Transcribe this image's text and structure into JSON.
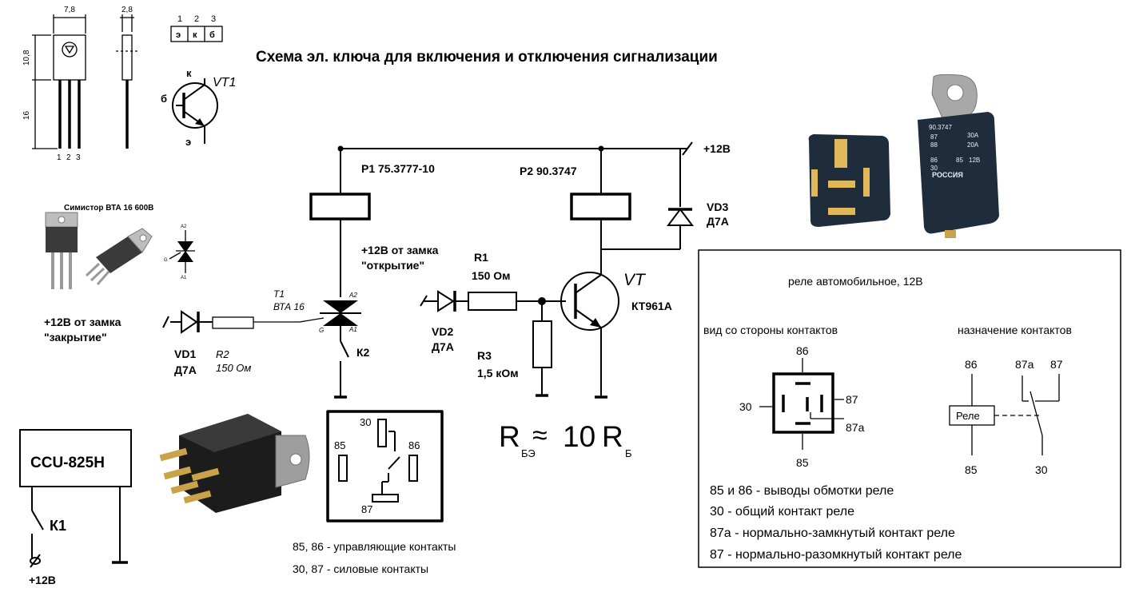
{
  "title": "Схема эл. ключа для включения и отключения сигнализации",
  "transistor_pkg": {
    "dim_w": "7,8",
    "dim_t": "2,8",
    "dim_h1": "10,8",
    "dim_h2": "16",
    "pins": [
      "1",
      "2",
      "3"
    ],
    "pin_map": [
      "1",
      "2",
      "3"
    ],
    "pin_names": [
      "э",
      "к",
      "б"
    ],
    "sym_k": "к",
    "sym_b": "б",
    "sym_e": "э",
    "sym_name": "VT1"
  },
  "triac_pkg": {
    "title": "Симистор ВТА 16 600В",
    "a2": "A2",
    "a1": "A1",
    "g": "G"
  },
  "supply": "+12В",
  "relay1": {
    "label": "Р1 75.3777-10"
  },
  "relay2": {
    "label": "Р2 90.3747"
  },
  "vd3": {
    "name": "VD3",
    "type": "Д7А"
  },
  "open_in": {
    "line1": "+12В от замка",
    "line2": "\"открытие\""
  },
  "close_in": {
    "line1": "+12В от замка",
    "line2": "\"закрытие\""
  },
  "r1": {
    "name": "R1",
    "value": "150 Ом"
  },
  "r3": {
    "name": "R3",
    "value": "1,5 кОм"
  },
  "r2": {
    "name": "R2",
    "value": "150 Ом"
  },
  "vd1": {
    "name": "VD1",
    "type": "Д7А"
  },
  "vd2": {
    "name": "VD2",
    "type": "Д7А"
  },
  "t1": {
    "name": "T1",
    "type": "ВТА 16",
    "a2": "A2",
    "a1": "A1",
    "g": "G"
  },
  "k2": "К2",
  "vt": {
    "name": "VT",
    "type": "КТ961А"
  },
  "formula": {
    "r": "R",
    "sub1": "БЭ",
    "approx": "≈",
    "num": "10",
    "r2": "R",
    "sub2": "Б"
  },
  "ccu": {
    "label": "CCU-825H",
    "k1": "К1",
    "supply": "+12В"
  },
  "relay_pinout": {
    "p30": "30",
    "p85": "85",
    "p86": "86",
    "p87": "87"
  },
  "pin_notes": [
    "85, 86 - управляющие контакты",
    "30, 87 - силовые контакты"
  ],
  "photo_relay": {
    "model": "90.3747",
    "r87": "87",
    "a30": "30A",
    "r88": "88",
    "a20": "20A",
    "r86": "86",
    "r85": "85",
    "v12": "12В",
    "r30": "30",
    "country": "РОССИЯ"
  },
  "info_box": {
    "title": "реле автомобильное,  12В",
    "view_title": "вид со стороны контактов",
    "assign_title": "назначение контактов",
    "pins": {
      "p86": "86",
      "p30": "30",
      "p87": "87",
      "p87a": "87а",
      "p85": "85"
    },
    "rele": "Реле",
    "assign_pins": {
      "p86": "86",
      "p87a": "87а",
      "p87": "87",
      "p85": "85",
      "p30": "30"
    },
    "notes": [
      "85 и 86 - выводы обмотки реле",
      "30 - общий контакт реле",
      "87а - нормально-замкнутый контакт реле",
      "87 - нормально-разомкнутый контакт реле"
    ]
  }
}
